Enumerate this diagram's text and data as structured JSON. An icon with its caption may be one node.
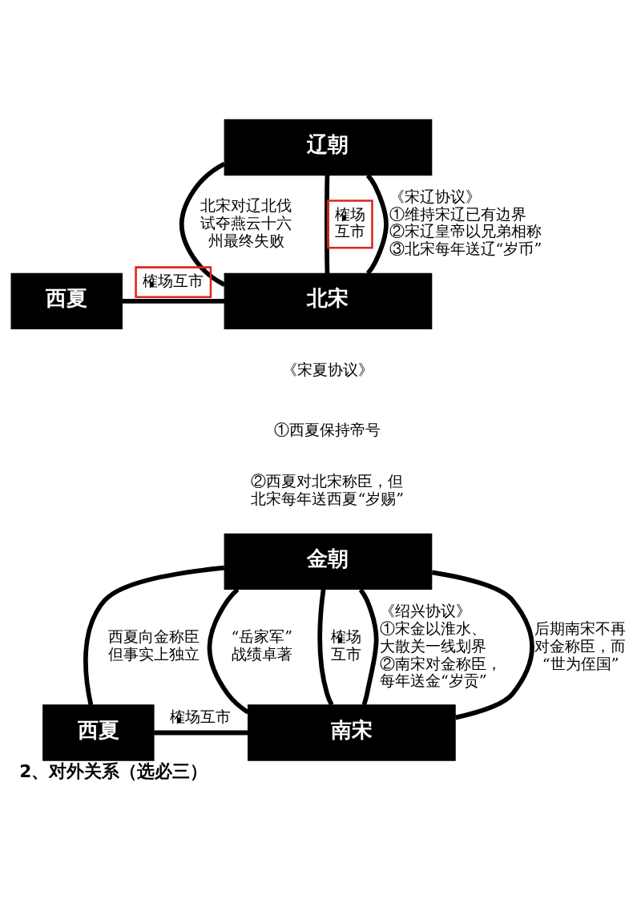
{
  "diagram": {
    "caption": "2、对外关系（选必三）",
    "nodes": [
      {
        "text": [
          "辽朝"
        ]
      },
      {
        "text": [
          "西夏"
        ]
      },
      {
        "text": [
          "北宋"
        ]
      },
      {
        "text": [
          "金朝"
        ]
      },
      {
        "text": [
          "西夏"
        ]
      },
      {
        "text": [
          "南宋"
        ]
      }
    ],
    "edges": [
      {
        "from": 0,
        "to": 2,
        "arrow": "none",
        "label": "北宋对辽北伐试夺燕云十六州最终失败"
      },
      {
        "from": 0,
        "to": 2,
        "arrow": "none",
        "label": "榷场互市"
      },
      {
        "from": 0,
        "to": 2,
        "arrow": "none",
        "label": "《宋辽协议》 ①维持宋辽已有边界 ②宋辽皇帝以兄弟相称 ③北宋每年送辽“岁币”"
      },
      {
        "from": 1,
        "to": 2,
        "arrow": "none",
        "label": "榷场互市"
      },
      {
        "from": 3,
        "to": 4,
        "arrow": "none",
        "label": "西夏向金称臣但事实上独立"
      },
      {
        "from": 3,
        "to": 5,
        "arrow": "none",
        "label": "“岳家军”战绩卓著"
      },
      {
        "from": 3,
        "to": 5,
        "arrow": "none",
        "label": "榷场互市"
      },
      {
        "from": 3,
        "to": 5,
        "arrow": "none",
        "label": "《绍兴协议》 ①宋金以淮水、大散关一线划界 ②南宋对金称臣，每年送金“岁贡”"
      },
      {
        "from": 3,
        "to": 5,
        "arrow": "none",
        "label": "后期南宋不再对金称臣，而“世为侄国”"
      },
      {
        "from": 4,
        "to": 5,
        "arrow": "none",
        "label": "榷场互市"
      }
    ],
    "labels": [
      "《宋夏协议》",
      "①西夏保持帝号",
      "②西夏对北宋称臣，但北宋每年送西夏“岁赐”"
    ]
  }
}
